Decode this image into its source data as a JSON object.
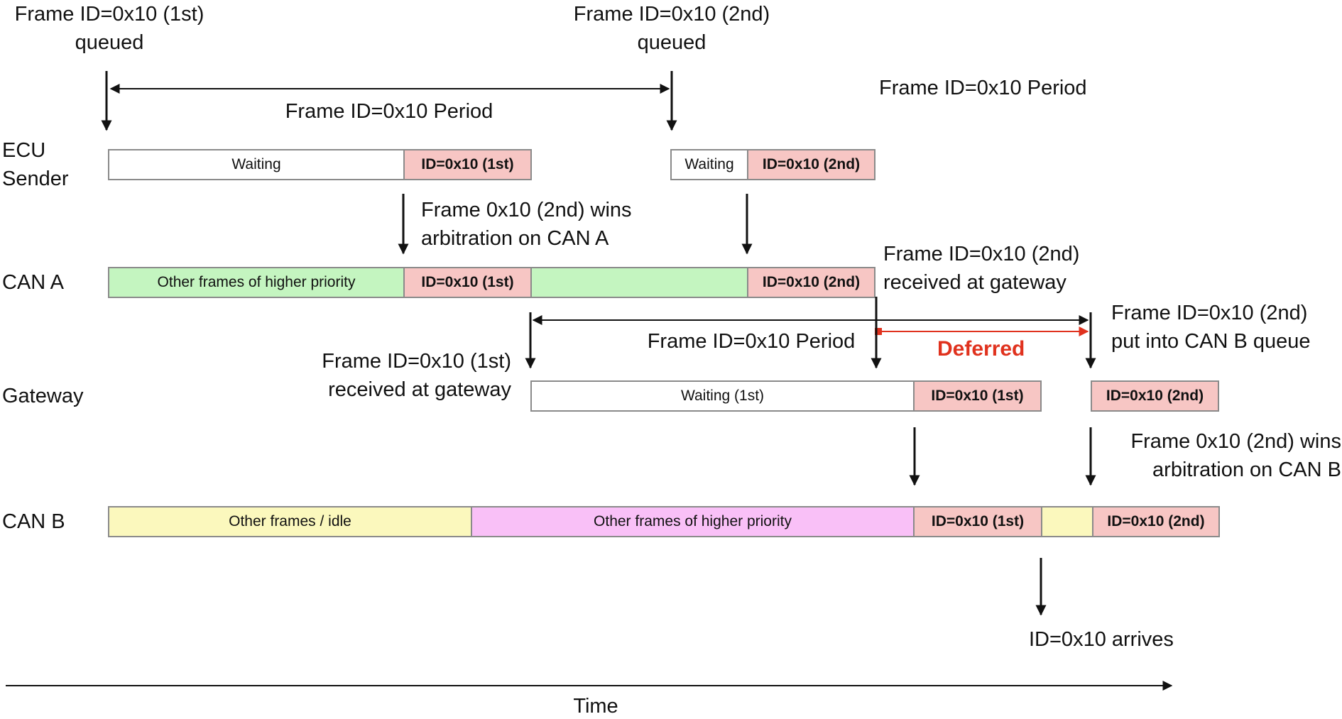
{
  "labels": {
    "sender_queued_1": [
      "Frame ID=0x10 (1st)",
      "queued"
    ],
    "sender_queued_2": [
      "Frame ID=0x10 (2nd)",
      "queued"
    ],
    "period_top": "Frame ID=0x10 Period",
    "period_right": "Frame ID=0x10 Period",
    "period_gateway": "Frame ID=0x10 Period",
    "wins_can_a": [
      "Frame 0x10 (2nd) wins",
      "arbitration on CAN A"
    ],
    "received_2nd": [
      "Frame ID=0x10 (2nd)",
      "received at gateway"
    ],
    "received_1st": [
      "Frame ID=0x10 (1st)",
      "received at gateway"
    ],
    "put_queue": [
      "Frame ID=0x10 (2nd)",
      "put into CAN B queue"
    ],
    "deferred": "Deferred",
    "wins_can_b": [
      "Frame 0x10 (2nd) wins",
      "arbitration on CAN B"
    ],
    "arrives": "ID=0x10 arrives",
    "time": "Time"
  },
  "rows": {
    "ecu_sender": [
      "ECU",
      "Sender"
    ],
    "can_a": "CAN A",
    "gateway": "Gateway",
    "can_b": "CAN B"
  },
  "segments": {
    "ecu_waiting_1": "Waiting",
    "ecu_id_1st": "ID=0x10 (1st)",
    "ecu_waiting_2": "Waiting",
    "ecu_id_2nd": "ID=0x10 (2nd)",
    "cana_other": "Other frames of higher priority",
    "cana_id_1st": "ID=0x10 (1st)",
    "cana_id_2nd": "ID=0x10 (2nd)",
    "gw_waiting": "Waiting (1st)",
    "gw_id_1st": "ID=0x10 (1st)",
    "gw_id_2nd": "ID=0x10 (2nd)",
    "canb_idle": "Other frames / idle",
    "canb_other": "Other frames of higher priority",
    "canb_id_1st": "ID=0x10 (1st)",
    "canb_id_2nd": "ID=0x10 (2nd)"
  },
  "colors": {
    "white": "#ffffff",
    "frame_red": "#f7c6c4",
    "green": "#c4f5c0",
    "yellow": "#fbf8bd",
    "magenta": "#f9c0f7",
    "deferred_red": "#e0321e"
  }
}
